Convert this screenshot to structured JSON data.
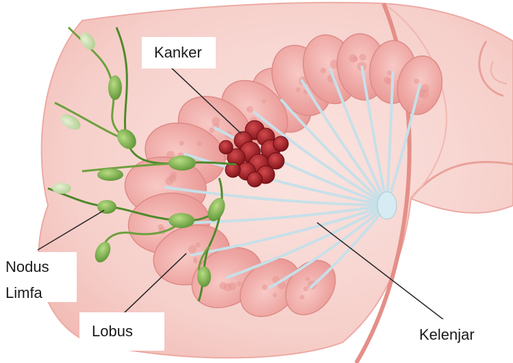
{
  "labels": {
    "kanker": "Kanker",
    "nodus_line1": "Nodus",
    "nodus_line2": "Limfa",
    "lobus": "Lobus",
    "kelenjar": "Kelenjar"
  },
  "colors": {
    "skin": "#f6d0cc",
    "skin_outline": "#e9a19a",
    "lobe": "#f3b1ad",
    "lobe_dark": "#e58f8c",
    "duct": "#c9e3ec",
    "tumor": "#a11c23",
    "lymph": "#6da03d",
    "lymph_light": "#b7d48e"
  }
}
